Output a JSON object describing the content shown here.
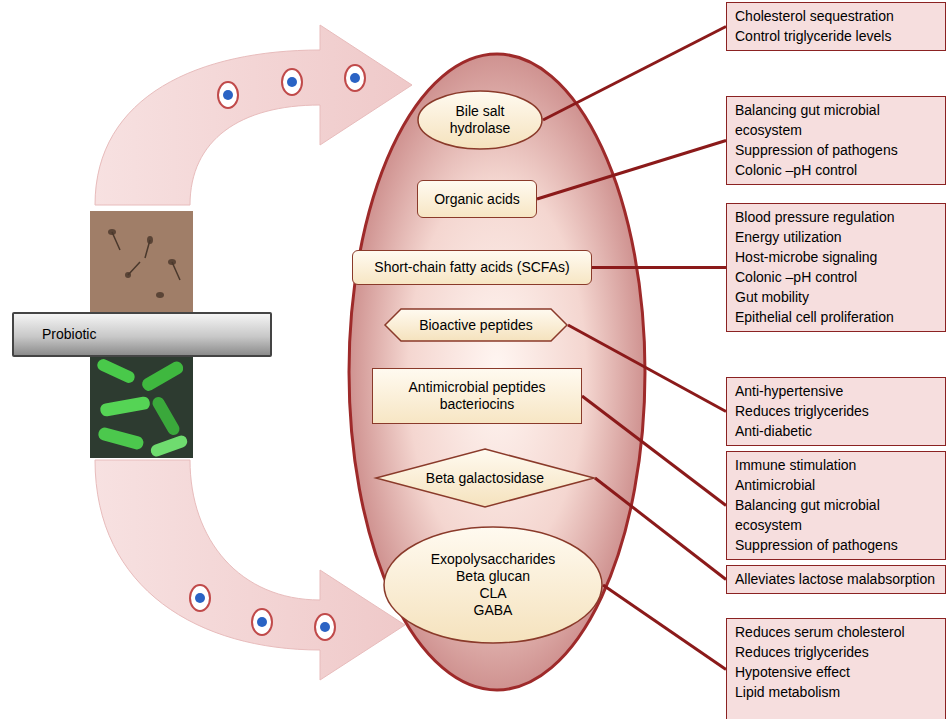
{
  "diagram": {
    "nodes": [
      {
        "text": [
          "Probiotic"
        ]
      },
      {
        "text": [
          "Bile salt hydrolase"
        ]
      },
      {
        "text": [
          "Organic acids"
        ]
      },
      {
        "text": [
          "Short-chain fatty acids (SCFAs)"
        ]
      },
      {
        "text": [
          "Bioactive peptides"
        ]
      },
      {
        "text": [
          "Antimicrobial peptides bacteriocins"
        ]
      },
      {
        "text": [
          "Beta galactosidase"
        ]
      },
      {
        "text": [
          "Exopolysaccharides",
          "Beta glucan",
          "CLA",
          "GABA"
        ]
      },
      {
        "text": [
          "Cholesterol sequestration",
          "Control triglyceride levels"
        ]
      },
      {
        "text": [
          "Balancing gut microbial ecosystem",
          "Suppression of pathogens",
          "Colonic –pH control"
        ]
      },
      {
        "text": [
          "Blood pressure regulation",
          "Energy utilization",
          "Host-microbe signaling",
          "Colonic –pH control",
          "Gut mobility",
          "Epithelial cell proliferation"
        ]
      },
      {
        "text": [
          "Anti-hypertensive",
          "Reduces triglycerides",
          "Anti-diabetic"
        ]
      },
      {
        "text": [
          "Immune stimulation",
          "Antimicrobial",
          "Balancing gut microbial ecosystem",
          "Suppression of pathogens"
        ]
      },
      {
        "text": [
          "Alleviates lactose malabsorption"
        ]
      },
      {
        "text": [
          "Reduces serum cholesterol",
          "Reduces triglycerides",
          "Hypotensive effect",
          "Lipid metabolism"
        ]
      }
    ],
    "edges": [
      {
        "from": 1,
        "to": 8,
        "arrow": "none"
      },
      {
        "from": 2,
        "to": 9,
        "arrow": "none"
      },
      {
        "from": 3,
        "to": 10,
        "arrow": "none"
      },
      {
        "from": 4,
        "to": 11,
        "arrow": "none"
      },
      {
        "from": 5,
        "to": 12,
        "arrow": "none"
      },
      {
        "from": 6,
        "to": 13,
        "arrow": "none"
      },
      {
        "from": 7,
        "to": 14,
        "arrow": "none"
      }
    ]
  }
}
